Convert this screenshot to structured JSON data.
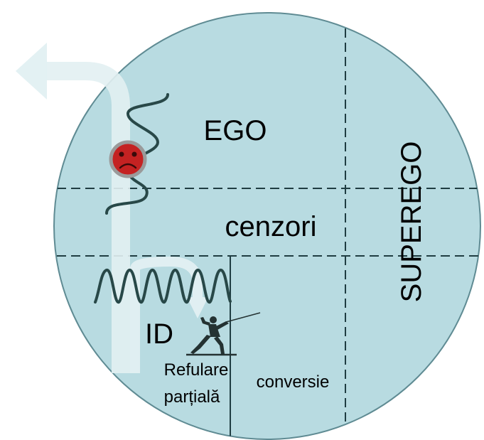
{
  "labels": {
    "ego": "EGO",
    "censors": "cenzori",
    "superego": "SUPEREGO",
    "id": "ID",
    "refulare_line1": "Refulare",
    "refulare_line2": "parțială",
    "conversie": "conversie"
  },
  "colors": {
    "circle_fill": "#b8dbe1",
    "circle_stroke": "#5f8b93",
    "dashed_line": "#1f3d42",
    "arrow": "#e2f0f2",
    "wave": "#284848",
    "sad_face": "#c42222",
    "sad_face_border": "#9a9a9a"
  },
  "icons": {
    "sad_face": "sad-face-icon",
    "fencer": "fencer-icon"
  }
}
